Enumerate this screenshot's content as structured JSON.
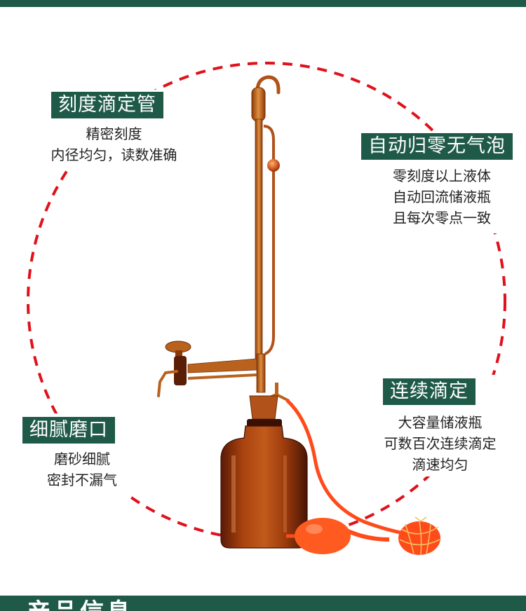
{
  "features": [
    {
      "title": "刻度滴定管",
      "lines": [
        "精密刻度",
        "内径均匀，读数准确"
      ]
    },
    {
      "title": "自动归零无气泡",
      "lines": [
        "零刻度以上液体",
        "自动回流储液瓶",
        "且每次零点一致"
      ]
    },
    {
      "title": "细腻磨口",
      "lines": [
        "磨砂细腻",
        "密封不漏气"
      ]
    },
    {
      "title": "连续滴定",
      "lines": [
        "大容量储液瓶",
        "可数百次连续滴定",
        "滴速均匀"
      ]
    }
  ],
  "footer": {
    "heading": "产品信息"
  },
  "colors": {
    "brand_green": "#1f5a48",
    "dashed_circle": "#e0111b",
    "amber_glass": "#a54a10",
    "rubber": "#ff4a1a"
  }
}
